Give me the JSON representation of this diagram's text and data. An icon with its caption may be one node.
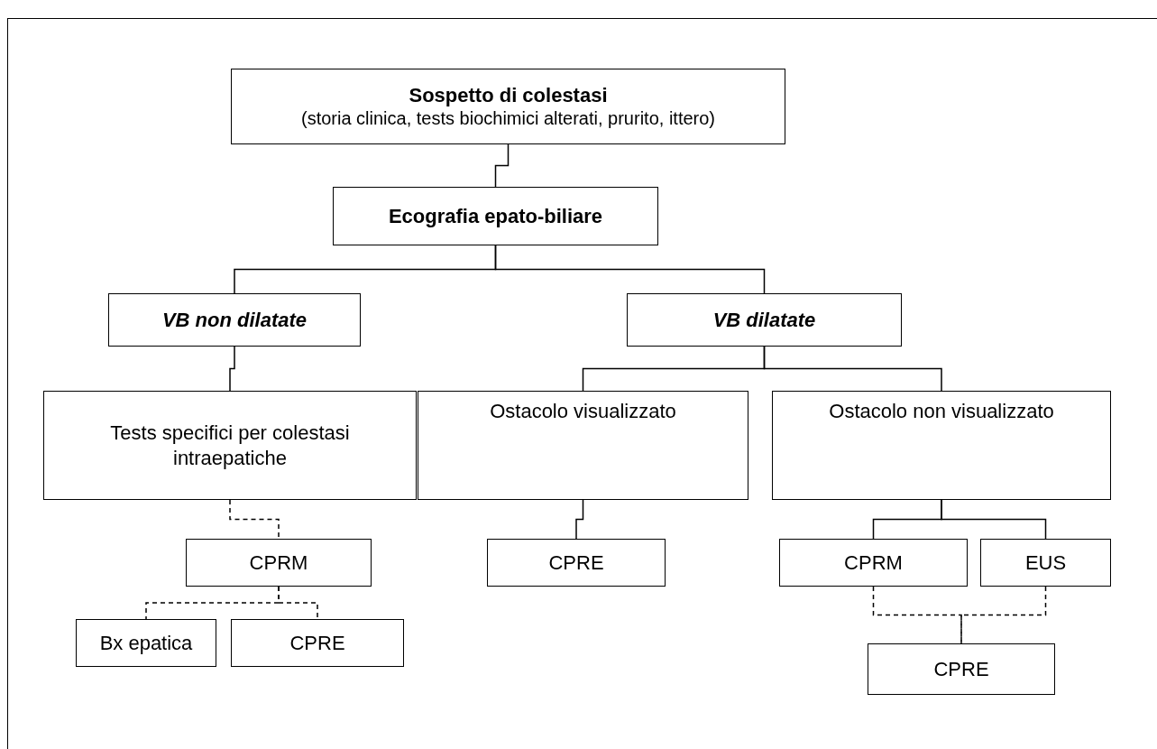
{
  "diagram": {
    "nodes": [
      {
        "text": [
          "Sospetto di colestasi",
          "(storia clinica, tests biochimici alterati, prurito, ittero)"
        ]
      },
      {
        "text": [
          "Ecografia epato-biliare"
        ]
      },
      {
        "text": [
          "VB non dilatate"
        ]
      },
      {
        "text": [
          "VB dilatate"
        ]
      },
      {
        "text": [
          "Tests specifici per colestasi intraepatiche"
        ]
      },
      {
        "text": [
          "Ostacolo visualizzato"
        ]
      },
      {
        "text": [
          "Ostacolo non visualizzato"
        ]
      },
      {
        "text": [
          "CPRM"
        ]
      },
      {
        "text": [
          "CPRE"
        ]
      },
      {
        "text": [
          "CPRM"
        ]
      },
      {
        "text": [
          "EUS"
        ]
      },
      {
        "text": [
          "Bx epatica"
        ]
      },
      {
        "text": [
          "CPRE"
        ]
      },
      {
        "text": [
          "CPRE"
        ]
      }
    ],
    "edges": [
      {
        "from": 0,
        "to": 1,
        "arrow": "none"
      },
      {
        "from": 1,
        "to": 2,
        "arrow": "none"
      },
      {
        "from": 1,
        "to": 3,
        "arrow": "none"
      },
      {
        "from": 2,
        "to": 4,
        "arrow": "none"
      },
      {
        "from": 3,
        "to": 5,
        "arrow": "none"
      },
      {
        "from": 3,
        "to": 6,
        "arrow": "none"
      },
      {
        "from": 4,
        "to": 7,
        "arrow": "none",
        "style": "dashed"
      },
      {
        "from": 5,
        "to": 8,
        "arrow": "none"
      },
      {
        "from": 6,
        "to": 9,
        "arrow": "none"
      },
      {
        "from": 6,
        "to": 10,
        "arrow": "none"
      },
      {
        "from": 7,
        "to": 11,
        "arrow": "none",
        "style": "dashed"
      },
      {
        "from": 7,
        "to": 12,
        "arrow": "none",
        "style": "dashed"
      },
      {
        "from": 9,
        "to": 13,
        "arrow": "none",
        "style": "dashed"
      },
      {
        "from": 10,
        "to": 13,
        "arrow": "none",
        "style": "dashed"
      }
    ]
  }
}
